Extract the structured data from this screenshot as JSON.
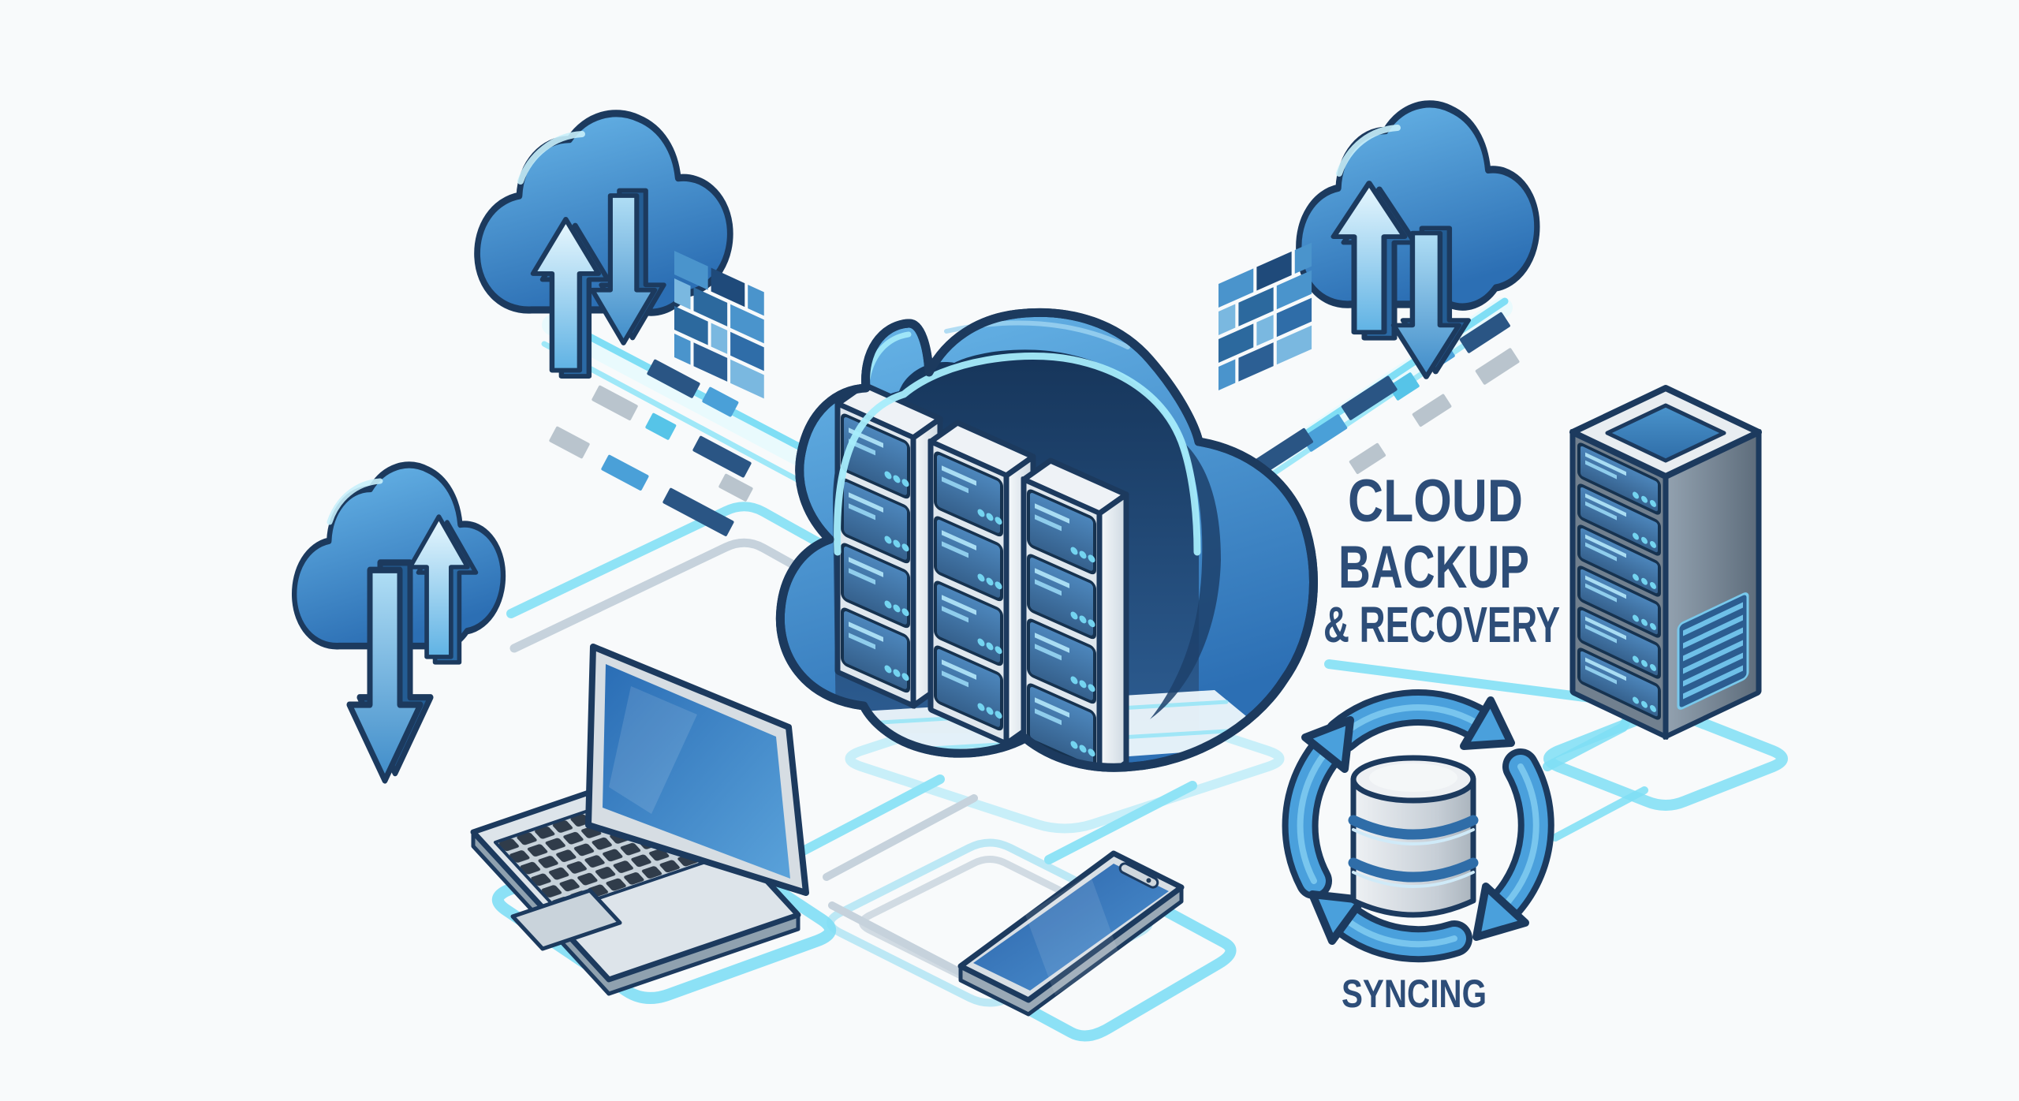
{
  "title": {
    "line1": "CLOUD",
    "line2": "BACKUP",
    "line3": "& RECOVERY"
  },
  "sync_label": "SYNCING",
  "palette": {
    "background": "#f8fafb",
    "outline_navy": "#1c3a5e",
    "cloud_blue_light": "#6ab8ea",
    "cloud_blue_dark": "#2c6fb4",
    "cloud_interior_navy": "#1a3c63",
    "rim_cyan": "#a5ecfb",
    "glow_cyan": "#7fdef5",
    "panel_blue": "#4d87bd",
    "stripe_light_blue": "#a9ddf3",
    "dot_cyan": "#74d4f0",
    "title_text": "#2d4d78",
    "trace_gray": "#c6d2dc",
    "dash_navy": "#2a5584",
    "dash_blue": "#4aa0d8",
    "dash_teal": "#56c4e8",
    "dash_gray": "#b9c4cd",
    "device_silver": "#d6dde3",
    "screen_blue": "#2a6db5"
  },
  "icons": {
    "central": "cloud-with-server-racks",
    "top_left": "cloud-upload-download-arrows",
    "top_right": "cloud-upload-download-arrows",
    "mid_left": "cloud-upload-download-arrows",
    "firewalls": "brick-wall-firewall",
    "devices": [
      "laptop",
      "smartphone",
      "server-tower"
    ],
    "sync": "database-circular-arrows"
  }
}
